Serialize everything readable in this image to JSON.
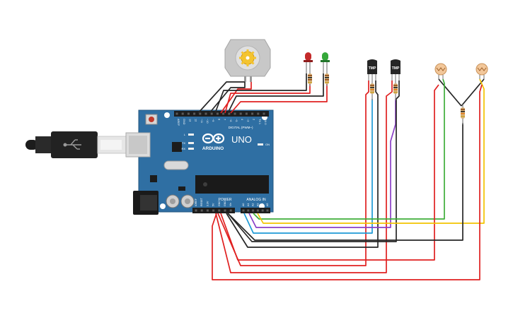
{
  "board": {
    "brand": "ARDUINO",
    "model": "UNO",
    "digital_label": "DIGITAL (PWM~)",
    "power_label": "POWER",
    "analog_label": "ANALOG IN",
    "on_label": "ON",
    "l_label": "L",
    "tx_label": "TX",
    "rx_label": "RX",
    "top_pins": [
      "AREF",
      "GND",
      "13",
      "12",
      "~11",
      "~10",
      "~9",
      "8",
      "7",
      "~6",
      "~5",
      "4",
      "~3",
      "2",
      "TX 1",
      "RX 0"
    ],
    "power_pins": [
      "IOREF",
      "RESET",
      "3.3V",
      "5V",
      "GND",
      "GND",
      "Vin"
    ],
    "analog_pins": [
      "A0",
      "A1",
      "A2",
      "A3",
      "A4",
      "A5"
    ]
  },
  "sensors": {
    "tmp_left": "TMP",
    "tmp_right": "TMP"
  },
  "colors": {
    "board": "#2f6fa3",
    "wire_red": "#e02020",
    "wire_black": "#262626",
    "wire_blue": "#1e9ad6",
    "wire_purple": "#8a3fc7",
    "wire_green": "#3fae3a",
    "wire_yellow": "#f2c400",
    "led_red": "#c42a2a",
    "led_green": "#35a83a",
    "photoresistor": "#f2c79a"
  }
}
